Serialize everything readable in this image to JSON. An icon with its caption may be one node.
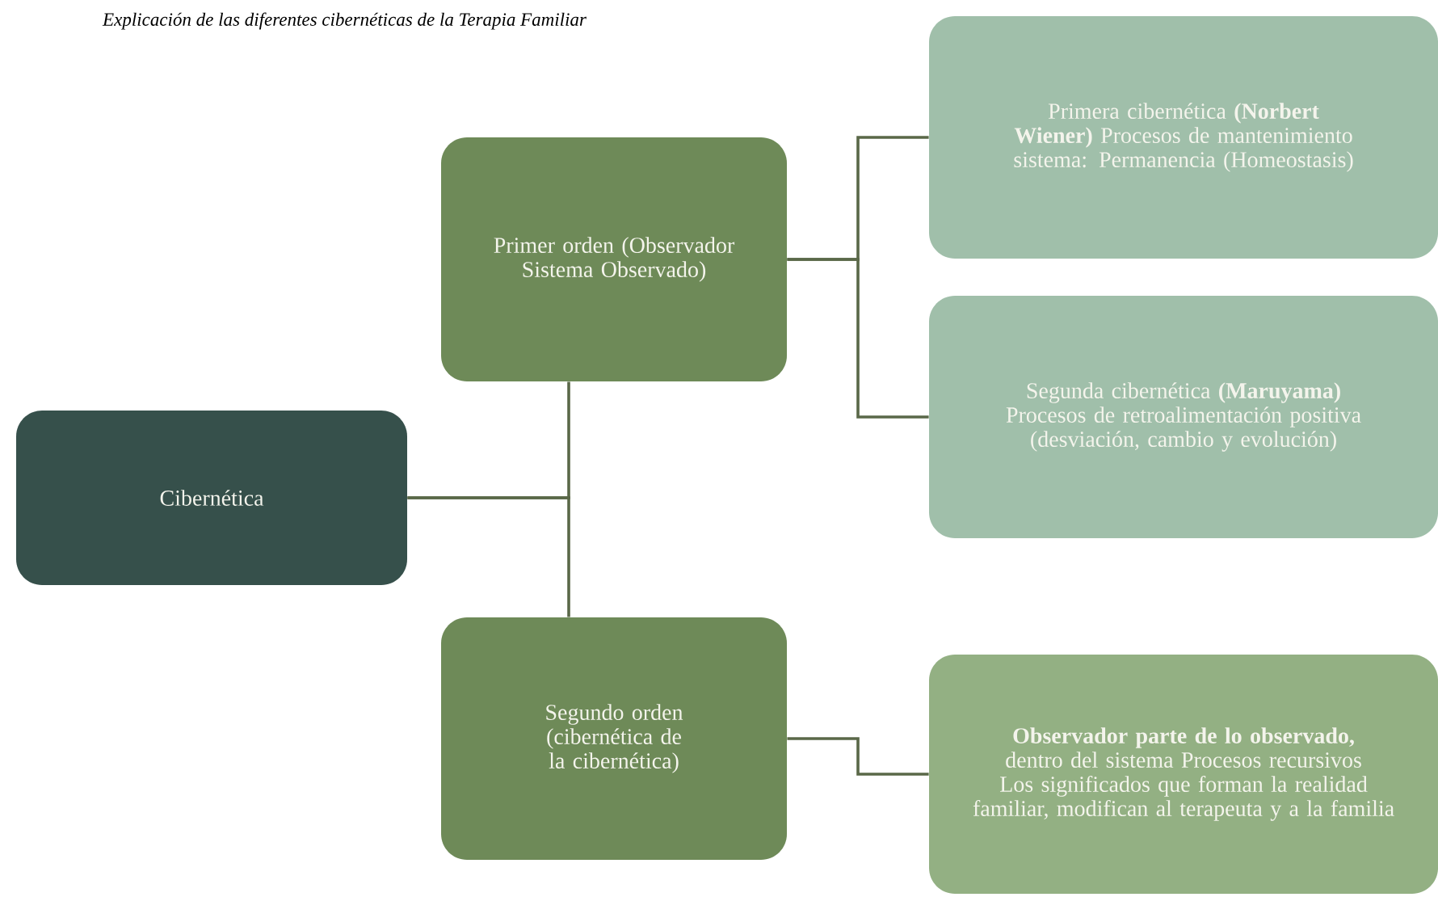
{
  "diagram": {
    "title": "Explicación de las diferentes cibernéticas de la Terapia Familiar",
    "nodes": [
      {
        "text": [
          "Cibernética"
        ]
      },
      {
        "text": [
          "Primer orden (Observador Sistema Observado)"
        ]
      },
      {
        "text": [
          "Segundo orden (cibernética de la cibernética)"
        ]
      },
      {
        "text": [
          "Primera cibernética **(Norbert Wiener)** Procesos de mantenimiento sistema: Permanencia (Homeostasis)"
        ]
      },
      {
        "text": [
          "Segunda cibernética **(Maruyama)** Procesos de retroalimentación positiva (desviación, cambio y evolución)"
        ]
      },
      {
        "text": [
          "**Observador parte de lo observado,** dentro del sistema Procesos recursivos Los significados que forman la realidad familiar, modifican al terapeuta y a la familia"
        ]
      }
    ],
    "edges": [
      {
        "from": 0,
        "to": 1,
        "arrow": "none"
      },
      {
        "from": 0,
        "to": 2,
        "arrow": "none"
      },
      {
        "from": 1,
        "to": 3,
        "arrow": "none"
      },
      {
        "from": 1,
        "to": 4,
        "arrow": "none"
      },
      {
        "from": 2,
        "to": 5,
        "arrow": "none"
      }
    ]
  }
}
